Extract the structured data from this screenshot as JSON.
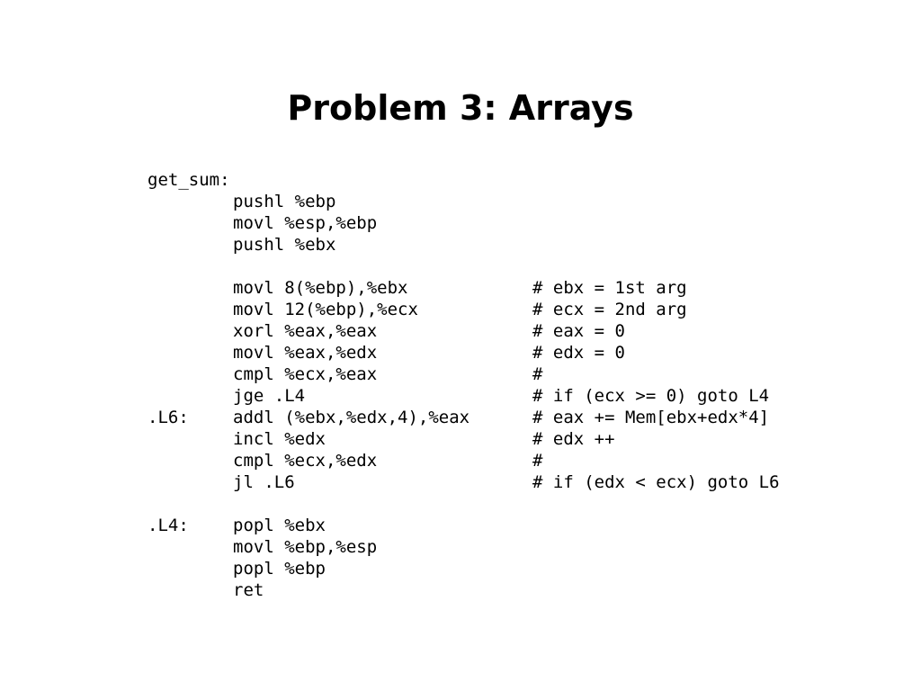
{
  "slide": {
    "title": "Problem 3: Arrays",
    "lines": [
      {
        "label": "get_sum:",
        "instr": "",
        "comment": ""
      },
      {
        "label": "",
        "instr": "pushl %ebp",
        "comment": ""
      },
      {
        "label": "",
        "instr": "movl %esp,%ebp",
        "comment": ""
      },
      {
        "label": "",
        "instr": "pushl %ebx",
        "comment": ""
      },
      {
        "label": "",
        "instr": "",
        "comment": ""
      },
      {
        "label": "",
        "instr": "movl 8(%ebp),%ebx",
        "comment": "# ebx = 1st arg"
      },
      {
        "label": "",
        "instr": "movl 12(%ebp),%ecx",
        "comment": "# ecx = 2nd arg"
      },
      {
        "label": "",
        "instr": "xorl %eax,%eax",
        "comment": "# eax = 0"
      },
      {
        "label": "",
        "instr": "movl %eax,%edx",
        "comment": "# edx = 0"
      },
      {
        "label": "",
        "instr": "cmpl %ecx,%eax",
        "comment": "#"
      },
      {
        "label": "",
        "instr": "jge .L4",
        "comment": "# if (ecx >= 0) goto L4"
      },
      {
        "label": ".L6:",
        "instr": "addl (%ebx,%edx,4),%eax",
        "comment": "# eax += Mem[ebx+edx*4]"
      },
      {
        "label": "",
        "instr": "incl %edx",
        "comment": "# edx ++"
      },
      {
        "label": "",
        "instr": "cmpl %ecx,%edx",
        "comment": "#"
      },
      {
        "label": "",
        "instr": "jl .L6",
        "comment": "# if (edx < ecx) goto L6"
      },
      {
        "label": "",
        "instr": "",
        "comment": ""
      },
      {
        "label": ".L4:",
        "instr": "popl %ebx",
        "comment": ""
      },
      {
        "label": "",
        "instr": "movl %ebp,%esp",
        "comment": ""
      },
      {
        "label": "",
        "instr": "popl %ebp",
        "comment": ""
      },
      {
        "label": "",
        "instr": "ret",
        "comment": ""
      }
    ]
  }
}
